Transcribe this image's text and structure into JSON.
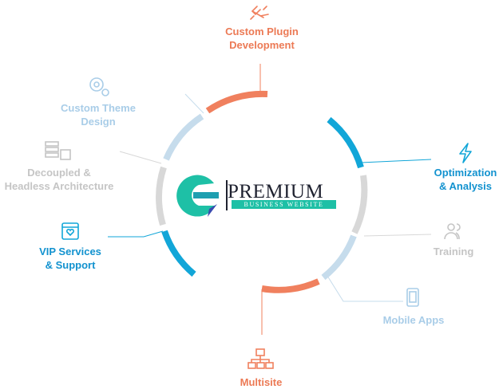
{
  "brand": {
    "name": "PREMIUM",
    "tagline": "BUSINESS WEBSITE"
  },
  "colors": {
    "orange": "#f0805e",
    "blue": "#12a6d8",
    "light_blue": "#c6dcec",
    "gray": "#d8d8d8",
    "label_orange": "#ec7a55",
    "label_blue": "#1292cf",
    "label_light_blue": "#a9cde8",
    "label_gray": "#c5c5c5"
  },
  "services": [
    {
      "line1": "Custom Plugin",
      "line2": "Development",
      "icon": "plug-icon"
    },
    {
      "line1": "Optimization",
      "line2": "& Analysis",
      "icon": "lightning-icon"
    },
    {
      "line1": "Training",
      "line2": "",
      "icon": "users-icon"
    },
    {
      "line1": "Mobile Apps",
      "line2": "",
      "icon": "mobile-icon"
    },
    {
      "line1": "Multisite",
      "line2": "",
      "icon": "network-icon"
    },
    {
      "line1": "VIP Services",
      "line2": "& Support",
      "icon": "browser-heart-icon"
    },
    {
      "line1": "Decoupled &",
      "line2": "Headless Architecture",
      "icon": "servers-icon"
    },
    {
      "line1": "Custom Theme",
      "line2": "Design",
      "icon": "gear-icon"
    }
  ]
}
